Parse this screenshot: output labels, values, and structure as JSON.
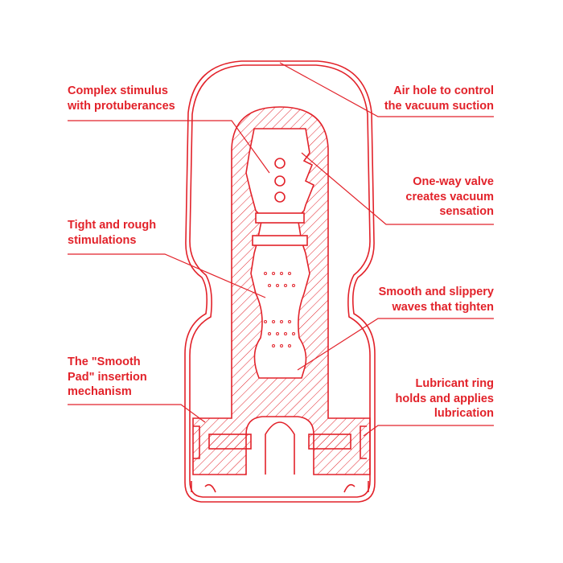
{
  "colors": {
    "accent": "#e2222a"
  },
  "labels": {
    "complex": "Complex stimulus\nwith protuberances",
    "air_hole": "Air hole to control\nthe vacuum suction",
    "valve": "One-way valve\ncreates vacuum\nsensation",
    "tight": "Tight and rough\nstimulations",
    "smooth_waves": "Smooth and slippery\nwaves that tighten",
    "smooth_pad": "The \"Smooth\nPad\" insertion\nmechanism",
    "lubricant": "Lubricant ring\nholds and applies\nlubrication"
  }
}
